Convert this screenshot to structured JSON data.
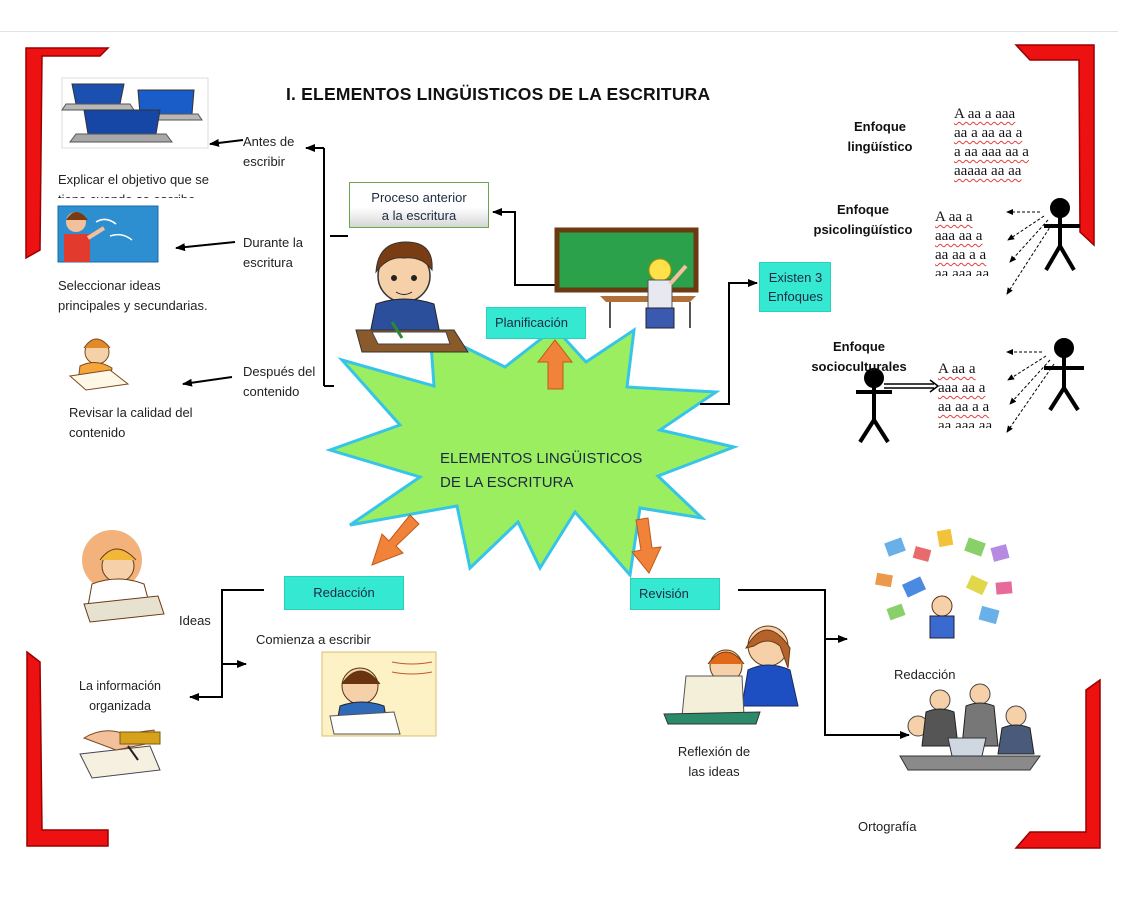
{
  "title": "I.    ELEMENTOS LINGÜISTICOS DE LA ESCRITURA",
  "center": {
    "line1": "ELEMENTOS LINGÜISTICOS",
    "line2": "DE LA ESCRITURA"
  },
  "planificacion": {
    "label": "Planificación",
    "process_line1": "Proceso anterior",
    "process_line2": "a la escritura",
    "antes_line1": "Antes de",
    "antes_line2": "escribir",
    "durante_line1": "Durante la",
    "durante_line2": "escritura",
    "despues_line1": "Después del",
    "despues_line2": "contenido",
    "objetivo_line1": "Explicar el objetivo que se",
    "objetivo_line2": "tiene cuando se escribe",
    "seleccionar_line1": "Seleccionar ideas",
    "seleccionar_line2": "principales y secundarias.",
    "revisar_line1": "Revisar la calidad del",
    "revisar_line2": "contenido"
  },
  "enfoques": {
    "box_line1": "Existen 3",
    "box_line2": "Enfoques",
    "linguistico_line1": "Enfoque",
    "linguistico_line2": "lingüístico",
    "psico_line1": "Enfoque",
    "psico_line2": "psicolingüístico",
    "socio_line1": "Enfoque",
    "socio_line2": "socioculturales",
    "text_linguistico": "A aa a aaa\naa a aa aa a\na aa aaa aa a\naaaaa aa aa",
    "text_psico": "A aa a\naaa aa a\naa aa a a\naa aaa aa",
    "text_socio": "A aa a\naaa aa a\naa aa a a\naa aaa aa"
  },
  "redaccion": {
    "label": "Redacción",
    "comienza": "Comienza a escribir",
    "ideas": "Ideas",
    "info_line1": "La información",
    "info_line2": "organizada"
  },
  "revision": {
    "label": "Revisión",
    "reflexion_line1": "Reflexión de",
    "reflexion_line2": "las ideas",
    "redaccion": "Redacción",
    "ortografia": "Ortografía"
  },
  "colors": {
    "star_fill": "#9bee5f",
    "star_stroke": "#36c5e8",
    "box_fill": "#34e8d2",
    "corner_red": "#ee1111",
    "arrow_orange": "#f0823a"
  }
}
